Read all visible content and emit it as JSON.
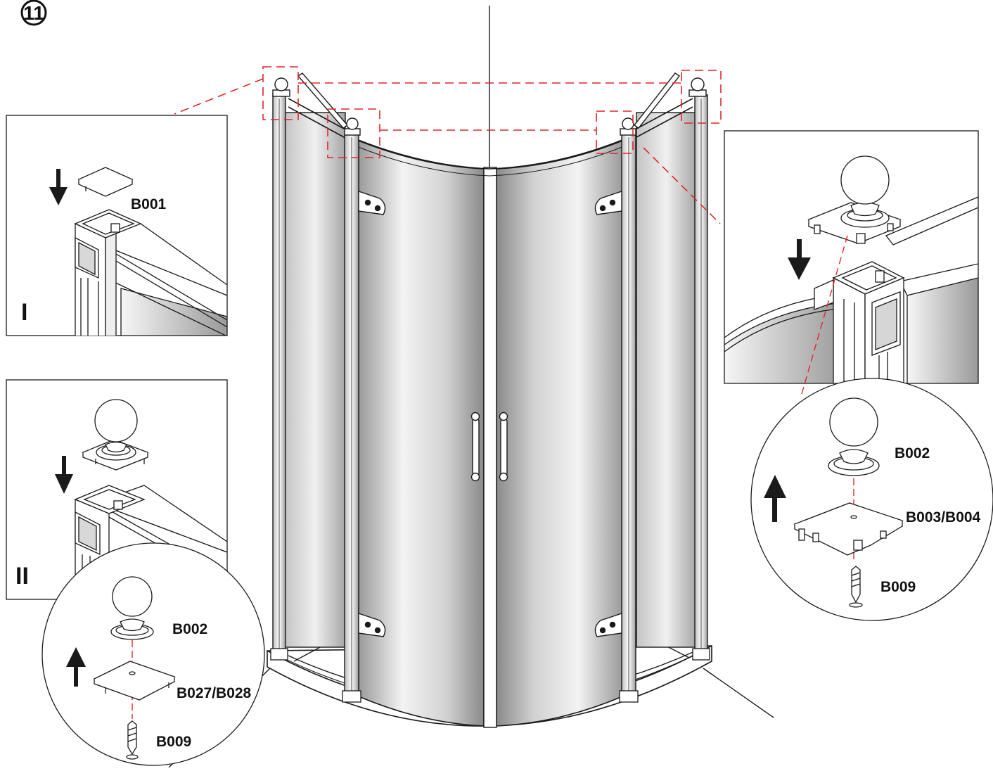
{
  "step_number": "11",
  "panels": {
    "detail_I": {
      "roman": "I",
      "part": "B001"
    },
    "detail_II": {
      "roman": "II"
    },
    "circle_left": {
      "knob": "B002",
      "cap": "B027/B028",
      "screw": "B009"
    },
    "circle_right": {
      "knob": "B002",
      "cap": "B003/B004",
      "screw": "B009"
    }
  },
  "colors": {
    "line": "#1a1a1a",
    "guide": "#e0262a",
    "glass_light": "#f2f2f2",
    "glass_dark": "#8e8e8e"
  }
}
